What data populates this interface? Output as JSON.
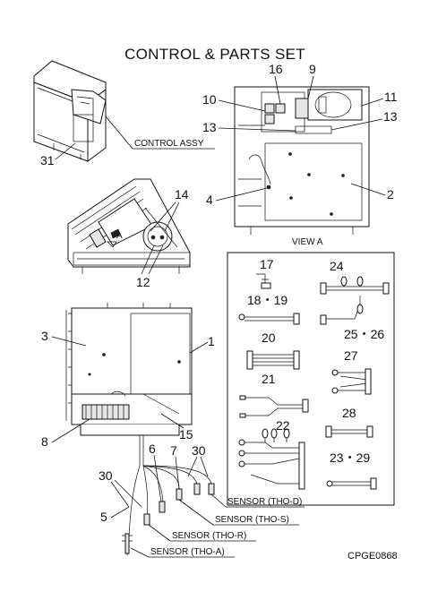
{
  "title": "CONTROL & PARTS SET",
  "view_label": "VIEW A",
  "arrow_label": "A",
  "control_assy_label": "CONTROL ASSY",
  "drawing_code": "CPGE0868",
  "callouts": {
    "c1": "1",
    "c2": "2",
    "c3": "3",
    "c4": "4",
    "c5": "5",
    "c6": "6",
    "c7": "7",
    "c8": "8",
    "c9": "9",
    "c10": "10",
    "c11": "11",
    "c12": "12",
    "c13a": "13",
    "c13b": "13",
    "c14": "14",
    "c15": "15",
    "c16": "16",
    "c17": "17",
    "c18_19": "18・19",
    "c20": "20",
    "c21": "21",
    "c22": "22",
    "c23_29": "23・29",
    "c24": "24",
    "c25_26": "25・26",
    "c27": "27",
    "c28": "28",
    "c30a": "30",
    "c30b": "30",
    "c31": "31"
  },
  "sensors": {
    "tho_d": "SENSOR (THO-D)",
    "tho_s": "SENSOR (THO-S)",
    "tho_r": "SENSOR (THO-R)",
    "tho_a": "SENSOR (THO-A)"
  }
}
